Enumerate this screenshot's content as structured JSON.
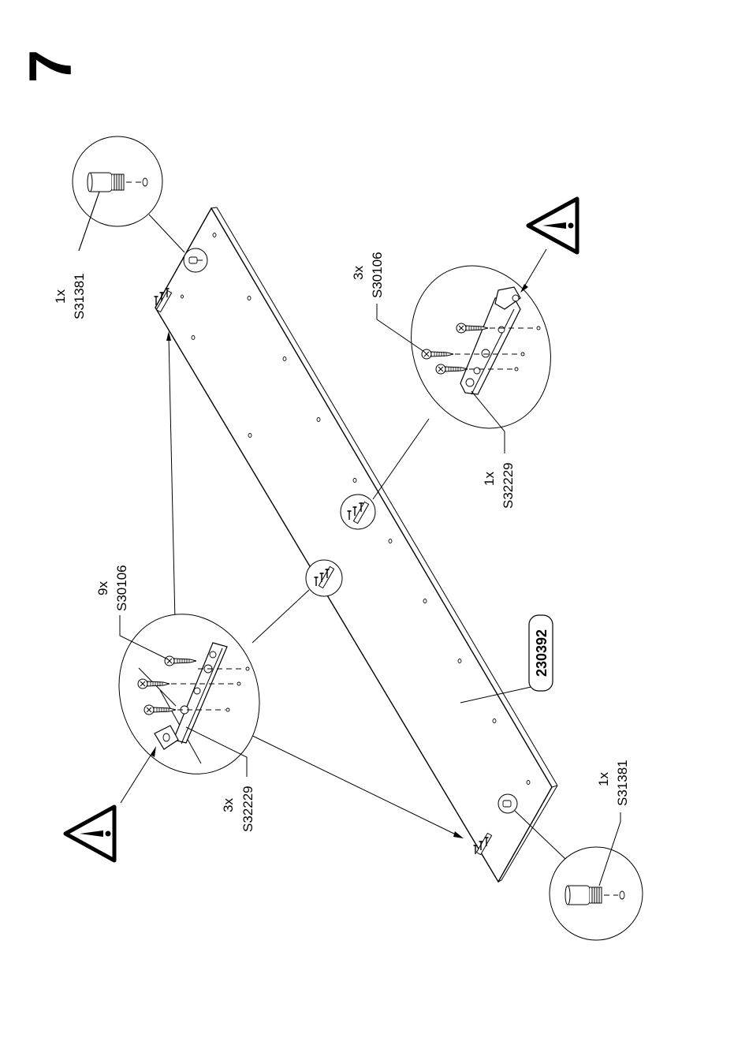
{
  "step": {
    "number": "7"
  },
  "panel": {
    "part_number": "230392"
  },
  "callouts": {
    "top_left_dowel": {
      "qty": "1x",
      "code": "S31381"
    },
    "bottom_right_dowel": {
      "qty": "1x",
      "code": "S31381"
    },
    "right_screws": {
      "qty": "3x",
      "code": "S30106"
    },
    "right_bracket": {
      "qty": "1x",
      "code": "S32229"
    },
    "left_screws": {
      "qty": "9x",
      "code": "S30106"
    },
    "left_brackets": {
      "qty": "3x",
      "code": "S32229"
    }
  },
  "warnings": [
    {
      "icon": "warning-triangle-icon"
    },
    {
      "icon": "warning-triangle-icon"
    }
  ]
}
